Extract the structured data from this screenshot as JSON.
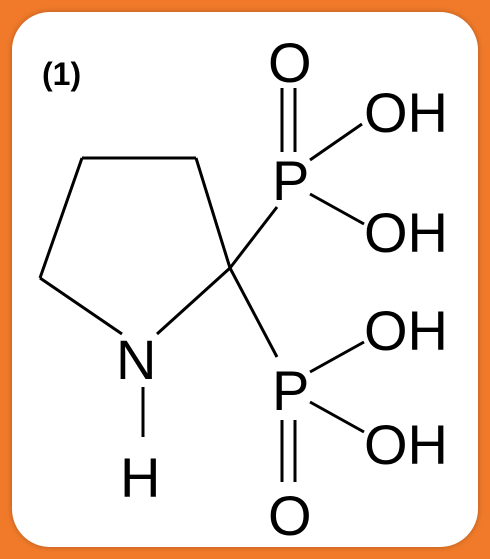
{
  "compound_label": "(1)",
  "atoms": {
    "ring_n": "N",
    "ring_h": "H",
    "p_top": "P",
    "p_bottom": "P",
    "o_top": "O",
    "o_bottom": "O",
    "oh_1": "OH",
    "oh_2": "OH",
    "oh_3": "OH",
    "oh_4": "OH"
  },
  "colors": {
    "border": "#f07a2a",
    "background": "#ffffff",
    "ink": "#000000"
  }
}
